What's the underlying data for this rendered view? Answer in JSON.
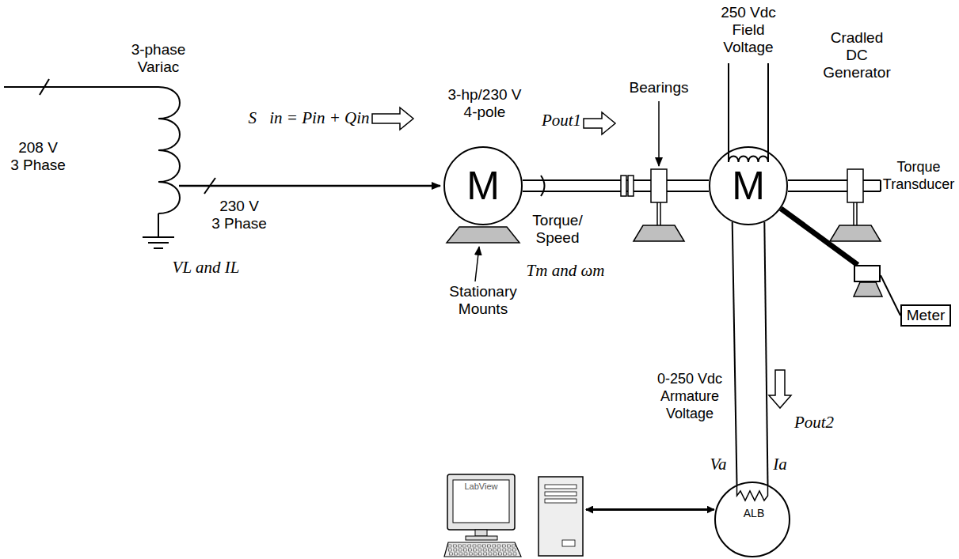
{
  "diagram": {
    "nodes": [
      {
        "text": [
          "M",
          "3-hp/230 V 4-pole"
        ]
      },
      {
        "text": [
          "M",
          "Cradled DC Generator"
        ]
      },
      {
        "text": [
          "Torque Transducer"
        ]
      },
      {
        "text": [
          "Meter"
        ]
      },
      {
        "text": [
          "LabView"
        ]
      },
      {
        "text": [
          "ALB"
        ]
      }
    ],
    "edges": [
      {
        "from": 0,
        "to": 1,
        "arrow": "none"
      },
      {
        "from": 1,
        "to": 2,
        "arrow": "none"
      },
      {
        "from": 2,
        "to": 3,
        "arrow": "none"
      },
      {
        "from": 1,
        "to": 5,
        "arrow": "none"
      },
      {
        "from": 4,
        "to": 5,
        "arrow": "both"
      }
    ],
    "labels": [
      "208 V 3 Phase",
      "3-phase Variac",
      "S⃗in = Pin + Qin",
      "230 V 3 Phase",
      "VL and IL",
      "Stationary Mounts",
      "Pout1",
      "Bearings",
      "Torque/ Speed",
      "Tm and ωm",
      "250 Vdc Field Voltage",
      "0-250 Vdc Armature Voltage",
      "Pout2",
      "Va",
      "Ia"
    ]
  }
}
